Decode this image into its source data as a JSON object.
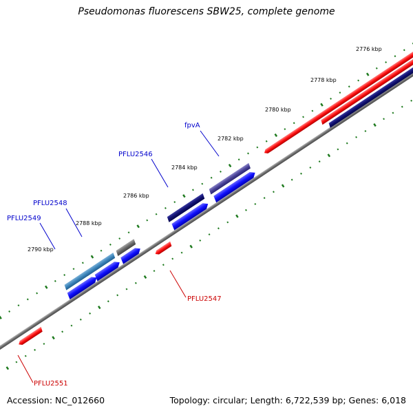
{
  "title": "Pseudomonas fluorescens SBW25, complete genome",
  "accession": "Accession: NC_012660",
  "summary": "Topology: circular; Length: 6,722,539 bp; Genes: 6,018",
  "colors": {
    "backbone": "#7a7a7a",
    "tick": "#1e7a1e",
    "forward_feature": "#1a1aff",
    "reverse_feature": "#ff1a1a",
    "dark_feature": "#14147a",
    "label_blue": "#0000cc",
    "label_red": "#cc0000"
  },
  "scale": {
    "unit": "kbp",
    "labels": [
      "2776 kbp",
      "2778 kbp",
      "2780 kbp",
      "2782 kbp",
      "2784 kbp",
      "2786 kbp",
      "2788 kbp",
      "2790 kbp"
    ]
  },
  "gene_labels": {
    "fpvA": "fpvA",
    "PFLU2546": "PFLU2546",
    "PFLU2548": "PFLU2548",
    "PFLU2549": "PFLU2549",
    "PFLU2547": "PFLU2547",
    "PFLU2551": "PFLU2551"
  }
}
